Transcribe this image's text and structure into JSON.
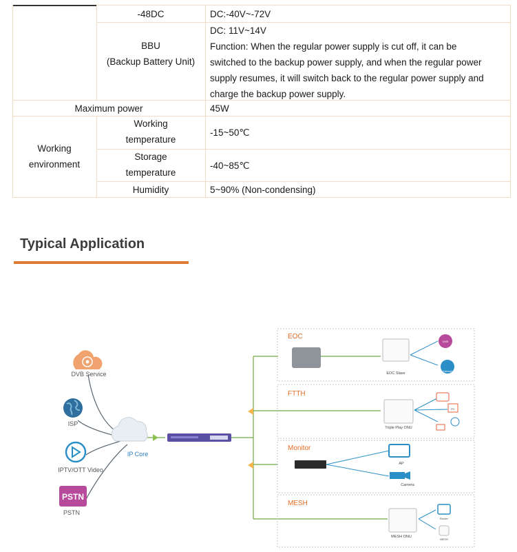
{
  "spec_table": {
    "rows": {
      "dc48": {
        "label": "-48DC",
        "value": "DC:-40V~-72V"
      },
      "bbu": {
        "label_line1": "BBU",
        "label_line2": "(Backup Battery Unit)",
        "value_lines": [
          "DC: 11V~14V",
          "Function: When the regular power supply is cut off, it can be",
          "switched to the backup power supply, and when the regular power",
          "supply resumes, it will switch back to the regular power supply and",
          "charge the backup power supply."
        ]
      },
      "max_power": {
        "label": "Maximum power",
        "value": "45W"
      },
      "working_env": {
        "label_line1": "Working",
        "label_line2": "environment",
        "sub": {
          "work_temp": {
            "line1": "Working",
            "line2": "temperature",
            "value": "-15~50℃"
          },
          "storage_temp": {
            "line1": "Storage",
            "line2": "temperature",
            "value": "-40~85℃"
          },
          "humidity": {
            "label": "Humidity",
            "value": "5~90% (Non-condensing)"
          }
        }
      }
    }
  },
  "section": {
    "title": "Typical Application"
  },
  "diagram": {
    "sources": {
      "dvb": "DVB Service",
      "isp": "ISP",
      "iptv": "IPTV/OTT Video",
      "pstn_logo": "PSTN",
      "pstn": "PSTN"
    },
    "core": "IP Core",
    "panels": {
      "eoc": {
        "title": "EOC",
        "device": "EOC Slave",
        "small": [
          "DVB",
          "Internet"
        ]
      },
      "ftth": {
        "title": "FTTH",
        "device": "Triple Play ONU",
        "small": [
          "PC"
        ]
      },
      "monitor": {
        "title": "Monitor",
        "ap": "AP",
        "camera": "Camera"
      },
      "mesh": {
        "title": "MESH",
        "device": "MESH ONU",
        "small": [
          "Router",
          "MESH"
        ]
      }
    },
    "colors": {
      "accent": "#e07a33",
      "line": "#6fa843",
      "panel_title": "#e36c22",
      "pstn": "#b84a9c"
    }
  }
}
